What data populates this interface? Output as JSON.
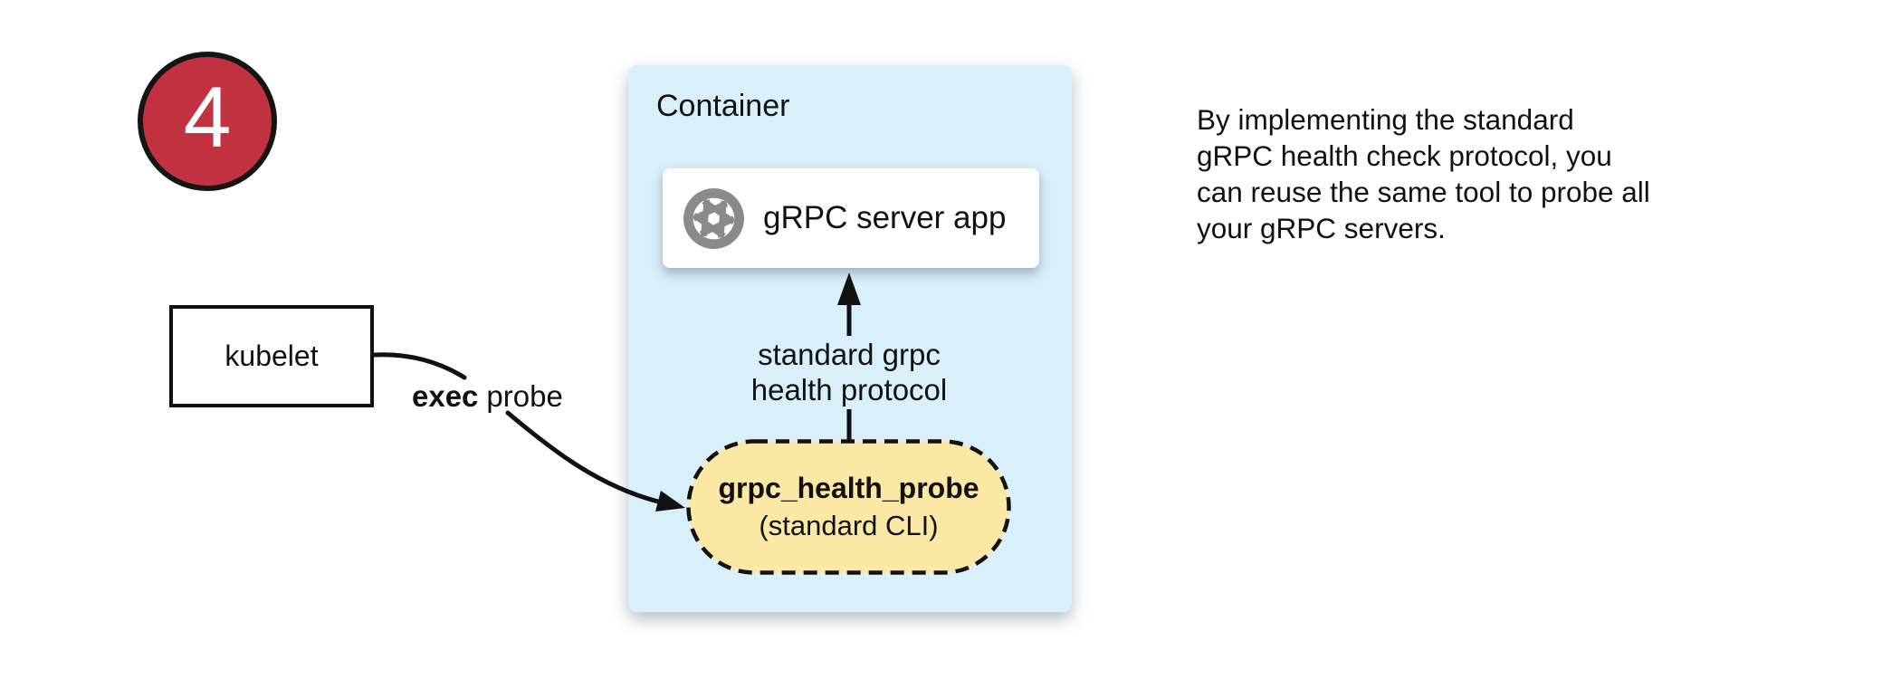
{
  "badge": {
    "number": "4"
  },
  "kubelet": {
    "label": "kubelet"
  },
  "exec_probe": {
    "keyword": "exec",
    "rest": "probe"
  },
  "container": {
    "title": "Container",
    "server_app": {
      "label": "gRPC server app"
    },
    "protocol_label": {
      "line1": "standard grpc",
      "line2": "health protocol"
    },
    "probe": {
      "name": "grpc_health_probe",
      "subtitle": "(standard CLI)"
    }
  },
  "annotation": {
    "lines": [
      "By implementing the standard",
      "gRPC health check protocol, you",
      "can reuse the same tool to probe all",
      "your gRPC servers."
    ]
  },
  "colors": {
    "badge_fill": "#c23240",
    "container_fill": "#d9effa",
    "probe_fill": "#fce8a5",
    "icon_gray": "#8a8a8a",
    "line_black": "#111111"
  }
}
